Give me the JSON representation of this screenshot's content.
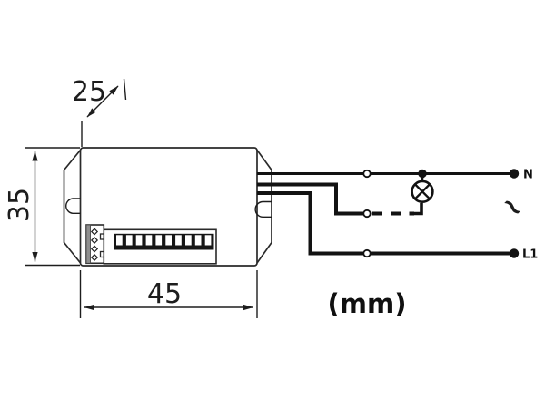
{
  "diagram": {
    "type": "sensor-module-dimension-and-wiring-diagram",
    "units_label": "(mm)",
    "dimensions": {
      "depth": "25",
      "height": "35",
      "width": "45"
    },
    "wiring": {
      "neutral_label": "N",
      "line_label": "L1",
      "ac_symbol": "~"
    },
    "colors": {
      "line": "#1d1d1d",
      "background": "#ffffff",
      "hatch_gray": "#8f8f8f"
    }
  }
}
